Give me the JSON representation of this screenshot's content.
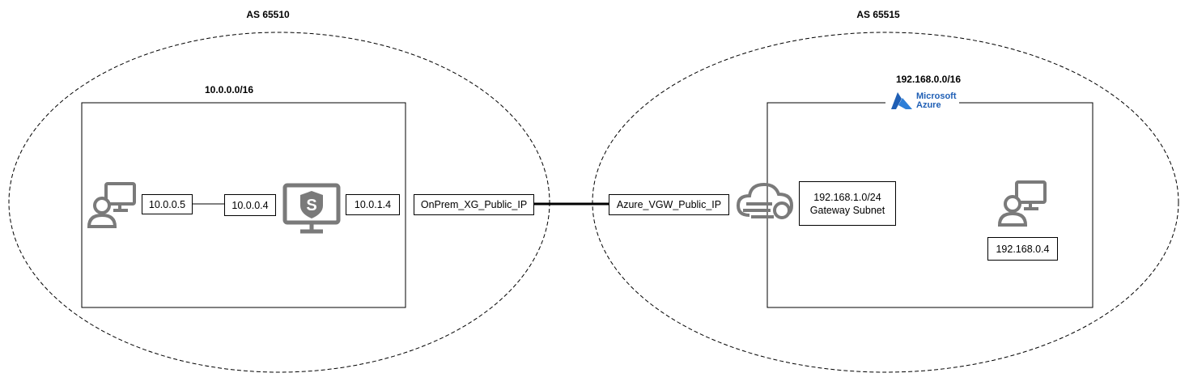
{
  "left_site": {
    "as_label": "AS 65510",
    "subnet_label": "10.0.0.0/16",
    "client_ip": "10.0.0.5",
    "firewall_lan_ip": "10.0.0.4",
    "firewall_wan_ip": "10.0.1.4",
    "public_ip": "OnPrem_XG_Public_IP"
  },
  "right_site": {
    "as_label": "AS 65515",
    "subnet_label": "192.168.0.0/16",
    "azure_logo": {
      "line1": "Microsoft",
      "line2": "Azure"
    },
    "public_ip": "Azure_VGW_Public_IP",
    "gateway_subnet": {
      "cidr": "192.168.1.0/24",
      "name": "Gateway Subnet"
    },
    "vm_ip": "192.168.0.4"
  },
  "icons": {
    "left_client": "user-workstation-icon",
    "firewall": "sophos-firewall-monitor-icon",
    "vpn_gateway": "azure-vpn-gateway-cloud-icon",
    "right_vm": "user-workstation-icon",
    "azure_logo": "azure-triangle-logo-icon"
  },
  "colors": {
    "icon_gray": "#7a7a7a",
    "azure_blue": "#1f5fb5"
  }
}
